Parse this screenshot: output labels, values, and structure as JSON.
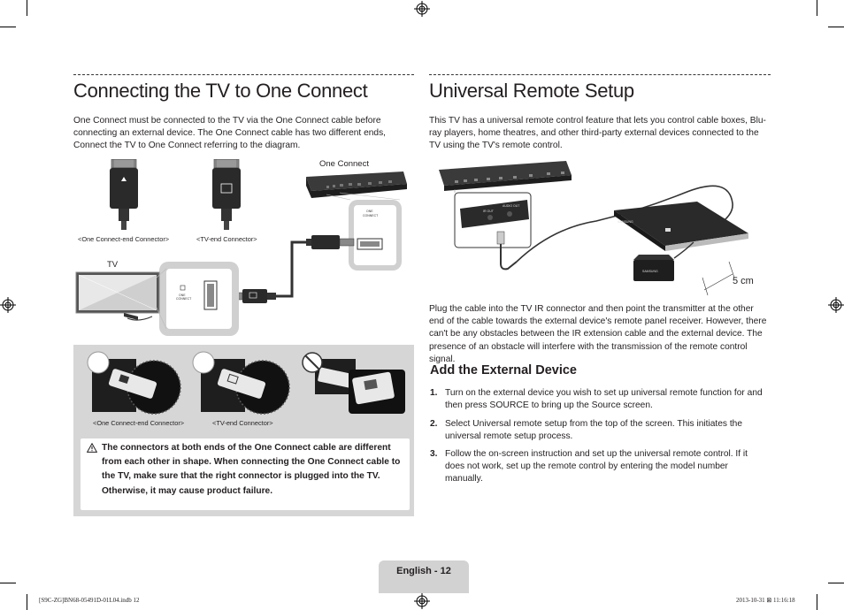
{
  "left": {
    "title": "Connecting the TV to One Connect",
    "intro": "One Connect must be connected to the TV via the One Connect cable before connecting an external device. The One Connect cable has two different ends, Connect the TV to One Connect referring to the diagram.",
    "labels": {
      "one_connect_end": "<One Connect-end Connector>",
      "tv_end": "<TV-end Connector>",
      "one_connect": "One Connect",
      "tv": "TV",
      "one_connect_end_2": "<One Connect-end Connector>",
      "tv_end_2": "<TV-end Connector>"
    },
    "note": "The connectors at both ends of the One Connect cable are different from each other in shape. When connecting the One Connect cable to the TV, make sure that the right connector is plugged into the TV. Otherwise, it may cause product failure."
  },
  "right": {
    "title": "Universal Remote Setup",
    "intro": "This TV has a universal remote control feature that lets you control cable boxes, Blu-ray players, home theatres, and other third-party external devices connected to the TV using the TV's remote control.",
    "distance_label": "5 cm",
    "body": "Plug the cable into the TV IR connector and then point the transmitter at the other end of the cable towards the external device's remote panel receiver. However, there can't be any obstacles between the IR extension cable and the external device. The presence of an obstacle will interfere with the transmission of the remote control signal.",
    "subheading": "Add the External Device",
    "steps": [
      {
        "num": "1.",
        "pre": "Turn on the external device you wish to set up universal remote function for and then press ",
        "kw": "SOURCE",
        "mid": " to bring up the ",
        "kw2": "Source",
        "post": " screen."
      },
      {
        "num": "2.",
        "pre": "Select ",
        "kw": "Universal remote setup",
        "post": " from the top of the screen. This initiates the universal remote setup process."
      },
      {
        "num": "3.",
        "text": "Follow the on-screen instruction and set up the universal remote control. If it does not work, set up the remote control by entering the model number manually."
      }
    ]
  },
  "footer": {
    "page": "English - 12",
    "slug_left": "[S9C-ZG]BN68-05491D-01L04.indb   12",
    "slug_right": "2013-10-31   ⊠ 11:16:18"
  }
}
